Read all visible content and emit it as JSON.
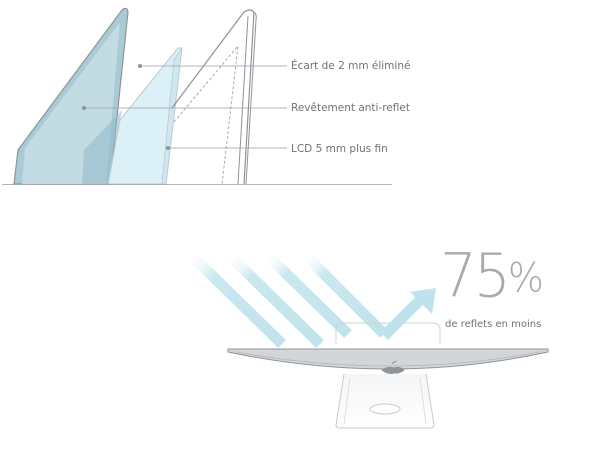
{
  "callouts": {
    "gap": "Écart de 2 mm éliminé",
    "coating": "Revêtement anti-reflet",
    "lcd": "LCD 5 mm plus fin"
  },
  "stat": {
    "value": "75",
    "unit": "%",
    "caption": "de reflets en moins"
  },
  "colors": {
    "glass_blue": "#9fc6d4",
    "glass_light": "#dcf0f7",
    "reflection": "#bfe3ec",
    "outline": "#8f9398",
    "text": "#6f7378",
    "stat_text": "#a7abb0"
  }
}
